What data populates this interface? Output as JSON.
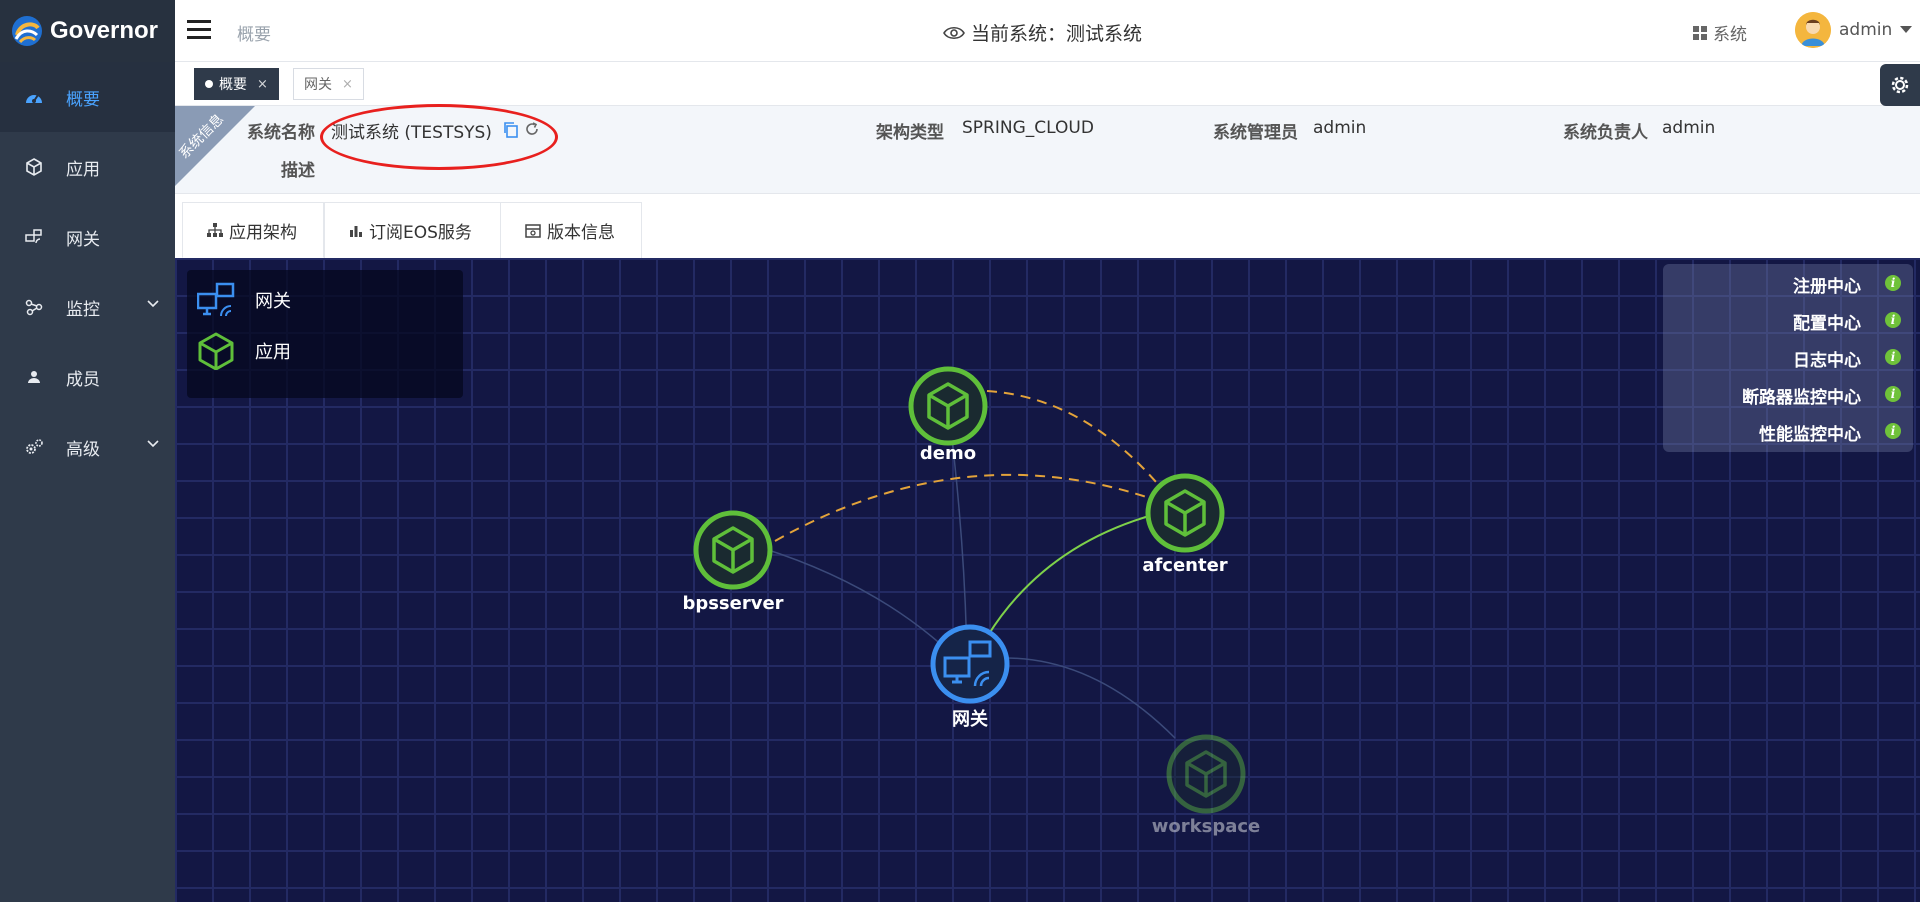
{
  "app": {
    "name": "Governor"
  },
  "sidebar": {
    "items": [
      {
        "label": "概要",
        "icon": "dashboard-icon",
        "active": true
      },
      {
        "label": "应用",
        "icon": "cube-icon"
      },
      {
        "label": "网关",
        "icon": "gateway-icon"
      },
      {
        "label": "监控",
        "icon": "monitor-icon",
        "expandable": true
      },
      {
        "label": "成员",
        "icon": "user-icon"
      },
      {
        "label": "高级",
        "icon": "settings-gears-icon",
        "expandable": true
      }
    ]
  },
  "header": {
    "breadcrumb": "概要",
    "current_system": "当前系统：测试系统",
    "system_menu": "系统",
    "user": "admin"
  },
  "page_tabs": [
    {
      "label": "概要",
      "active": true
    },
    {
      "label": "网关",
      "active": false
    }
  ],
  "page_tab_close": "×",
  "system_info": {
    "ribbon": "系统信息",
    "fields": {
      "name_label": "系统名称",
      "name_value": "测试系统 (TESTSYS)",
      "arch_label": "架构类型",
      "arch_value": "SPRING_CLOUD",
      "admin_label": "系统管理员",
      "admin_value": "admin",
      "owner_label": "系统负责人",
      "owner_value": "admin",
      "desc_label": "描述",
      "desc_value": ""
    }
  },
  "sub_tabs": [
    {
      "label": "应用架构",
      "icon": "sitemap-icon",
      "active": true
    },
    {
      "label": "订阅EOS服务",
      "icon": "bar-chart-icon"
    },
    {
      "label": "版本信息",
      "icon": "package-icon"
    }
  ],
  "topology": {
    "legend": [
      {
        "label": "网关",
        "icon": "gateway-node-icon"
      },
      {
        "label": "应用",
        "icon": "app-node-icon"
      }
    ],
    "centers": [
      "注册中心",
      "配置中心",
      "日志中心",
      "断路器监控中心",
      "性能监控中心"
    ],
    "center_info_glyph": "i",
    "nodes": [
      {
        "name": "demo",
        "type": "app"
      },
      {
        "name": "afcenter",
        "type": "app"
      },
      {
        "name": "bpsserver",
        "type": "app"
      },
      {
        "name": "网关",
        "type": "gateway"
      },
      {
        "name": "workspace",
        "type": "app",
        "faded": true
      }
    ],
    "colors": {
      "app": "#5fbf3a",
      "gateway": "#3b8ff0",
      "link_dashed": "#e3a33a",
      "link_solid": "#7ed14a",
      "canvas": "#131744"
    }
  }
}
